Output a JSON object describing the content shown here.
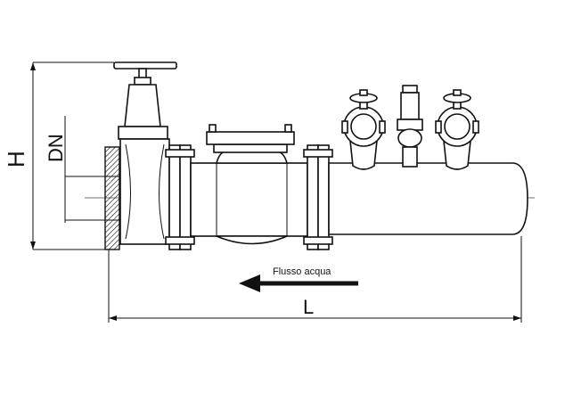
{
  "labels": {
    "height": "H",
    "diameter": "DN",
    "flow": "Flusso acqua",
    "length": "L"
  }
}
